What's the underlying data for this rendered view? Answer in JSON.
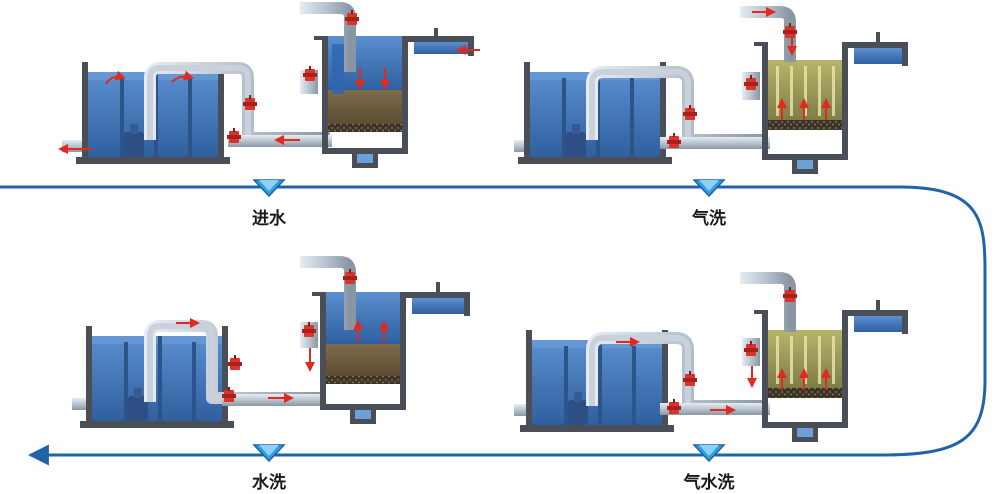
{
  "colors": {
    "flow_line": "#1f64a8",
    "water": "#3f78be",
    "water_light": "#6d9fd8",
    "tank_wall": "#4a4f57",
    "pipe": "#b9c4d0",
    "valve": "#d8342c",
    "arrow": "#e0291f",
    "sand": "#6a5a3e",
    "gravel": "#3b3226",
    "air_bubbles": "#c9c27a",
    "triangle": "#2f9fe0"
  },
  "stages": [
    {
      "id": "inflow",
      "label": "进水"
    },
    {
      "id": "air_wash",
      "label": "气洗"
    },
    {
      "id": "water_wash",
      "label": "水洗"
    },
    {
      "id": "air_water_wash",
      "label": "气水洗"
    }
  ],
  "icons": {
    "valve": "valve-icon",
    "flow_arrow": "flow-arrow-icon",
    "stage_marker": "down-triangle-icon"
  }
}
